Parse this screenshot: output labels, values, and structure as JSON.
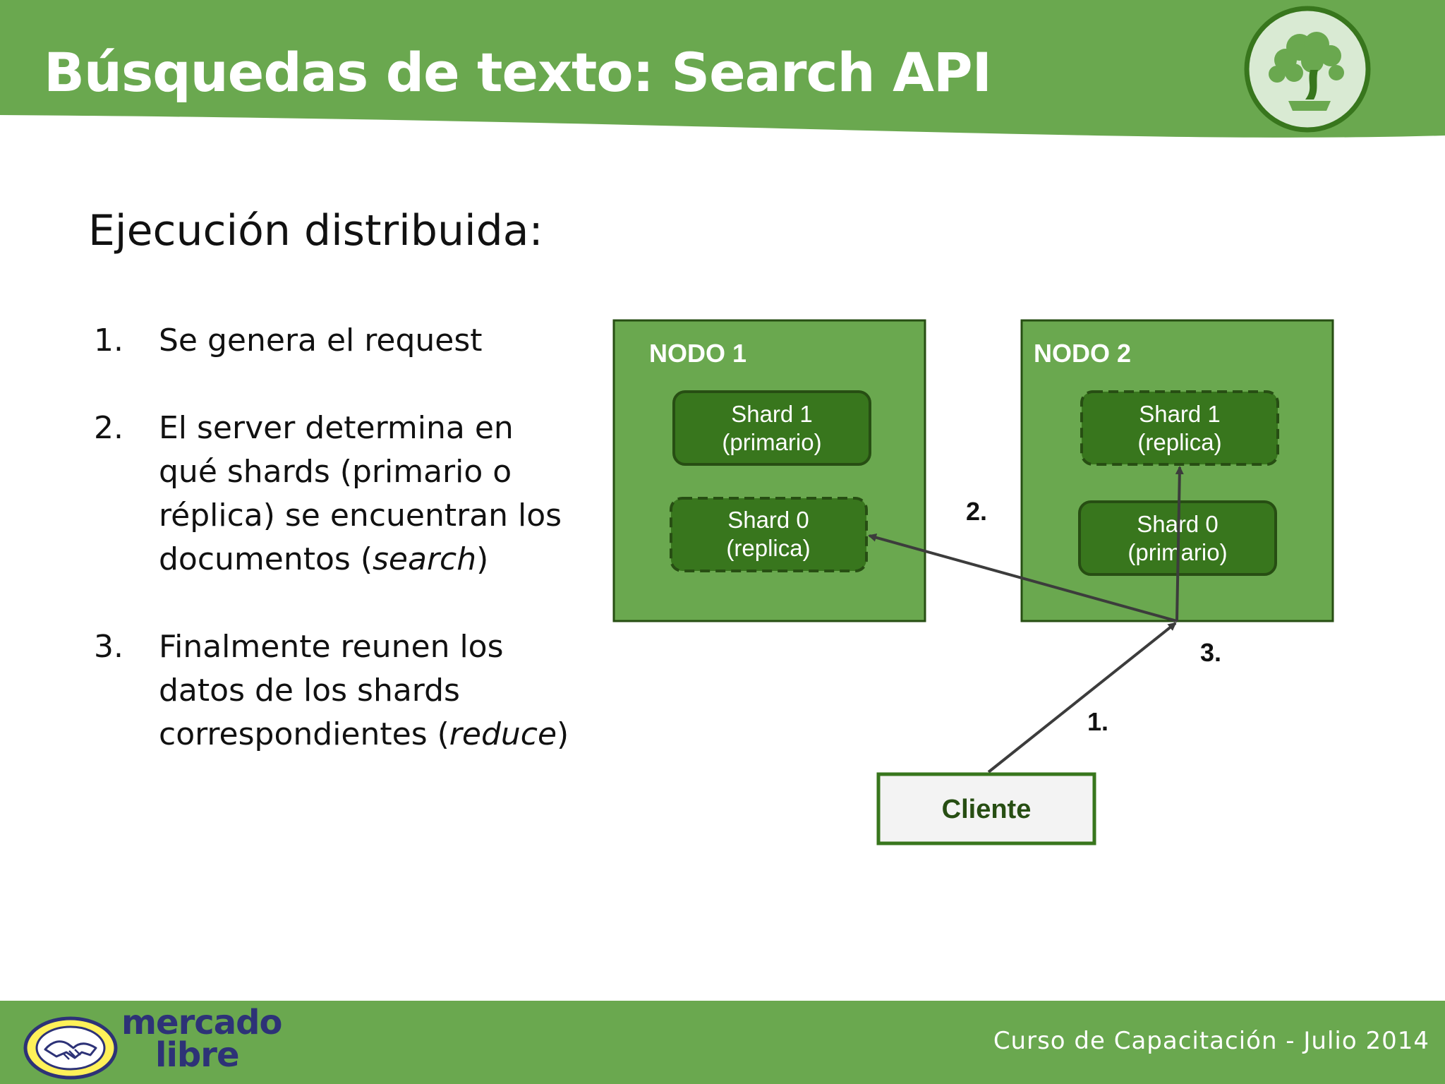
{
  "header": {
    "title": "Búsquedas de texto: Search API",
    "accent_color": "#6aa84f",
    "logo_icon": "bonsai-tree-icon"
  },
  "subtitle": "Ejecución distribuida:",
  "steps": [
    {
      "number": "1.",
      "text": "Se genera el request"
    },
    {
      "number": "2.",
      "text_before": "El server determina en qué shards (primario o réplica) se encuentran los documentos (",
      "emphasis": "search",
      "text_after": ")"
    },
    {
      "number": "3.",
      "text_before": "Finalmente reunen los datos de los shards correspondientes (",
      "emphasis": "reduce",
      "text_after": ")"
    }
  ],
  "diagram": {
    "nodes": [
      {
        "label": "NODO 1",
        "shards": [
          {
            "line1": "Shard 1",
            "line2": "(primario)",
            "style": "solid"
          },
          {
            "line1": "Shard 0",
            "line2": "(replica)",
            "style": "dashed"
          }
        ]
      },
      {
        "label": "NODO 2",
        "shards": [
          {
            "line1": "Shard 1",
            "line2": "(replica)",
            "style": "dashed"
          },
          {
            "line1": "Shard 0",
            "line2": "(primario)",
            "style": "solid"
          }
        ]
      }
    ],
    "client_label": "Cliente",
    "arrow_labels": {
      "step1": "1.",
      "step2": "2.",
      "step3": "3."
    },
    "colors": {
      "node_fill": "#6aa84f",
      "node_border": "#274e13",
      "shard_fill": "#38761d",
      "client_fill": "#f3f3f3",
      "client_text": "#274e13",
      "arrow": "#3c3c3c"
    }
  },
  "footer": {
    "brand_line1": "mercado",
    "brand_line2": "libre",
    "brand_icon": "handshake-icon",
    "course_text": "Curso de Capacitación - Julio 2014"
  }
}
